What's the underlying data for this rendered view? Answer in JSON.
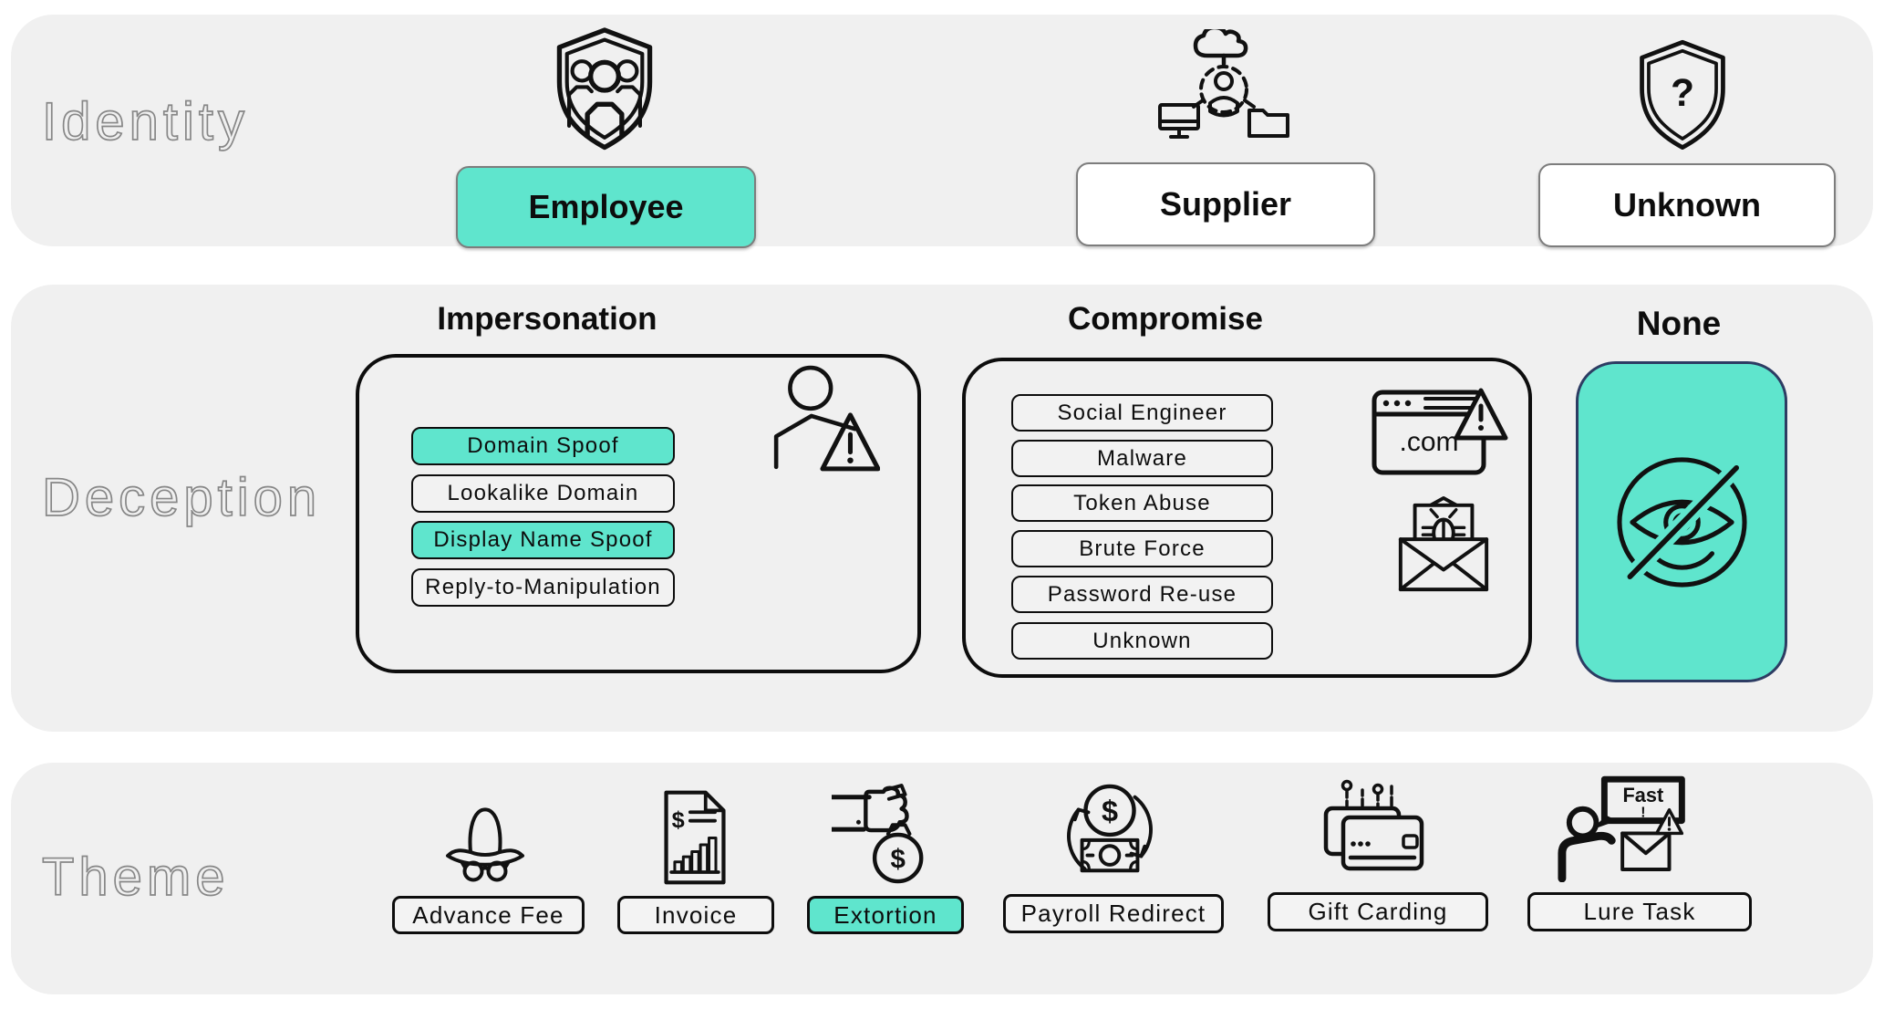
{
  "colors": {
    "highlight": "#5fe5cd",
    "panel": "#f0f0f0",
    "none_border": "#2d3c63"
  },
  "identity": {
    "row_label": "Identity",
    "options": [
      {
        "label": "Employee",
        "selected": true,
        "icon": "shield-group-icon"
      },
      {
        "label": "Supplier",
        "selected": false,
        "icon": "cloud-person-network-icon"
      },
      {
        "label": "Unknown",
        "selected": false,
        "icon": "shield-question-icon",
        "glyph": "?"
      }
    ]
  },
  "deception": {
    "row_label": "Deception",
    "impersonation": {
      "title": "Impersonation",
      "items": [
        {
          "label": "Domain Spoof",
          "selected": true
        },
        {
          "label": "Lookalike Domain",
          "selected": false
        },
        {
          "label": "Display Name Spoof",
          "selected": true
        },
        {
          "label": "Reply-to-Manipulation",
          "selected": false
        }
      ]
    },
    "compromise": {
      "title": "Compromise",
      "items": [
        {
          "label": "Social Engineer",
          "selected": false
        },
        {
          "label": "Malware",
          "selected": false
        },
        {
          "label": "Token Abuse",
          "selected": false
        },
        {
          "label": "Brute Force",
          "selected": false
        },
        {
          "label": "Password Re-use",
          "selected": false
        },
        {
          "label": "Unknown",
          "selected": false
        }
      ],
      "browser_text": ".com"
    },
    "none": {
      "title": "None",
      "selected": true
    }
  },
  "theme": {
    "row_label": "Theme",
    "options": [
      {
        "label": "Advance Fee",
        "selected": false
      },
      {
        "label": "Invoice",
        "selected": false,
        "glyph": "$"
      },
      {
        "label": "Extortion",
        "selected": true,
        "glyph": "$"
      },
      {
        "label": "Payroll Redirect",
        "selected": false,
        "glyph": "$"
      },
      {
        "label": "Gift Carding",
        "selected": false
      },
      {
        "label": "Lure Task",
        "selected": false,
        "bubble_text": "Fast",
        "bubble_mark": "!"
      }
    ]
  }
}
